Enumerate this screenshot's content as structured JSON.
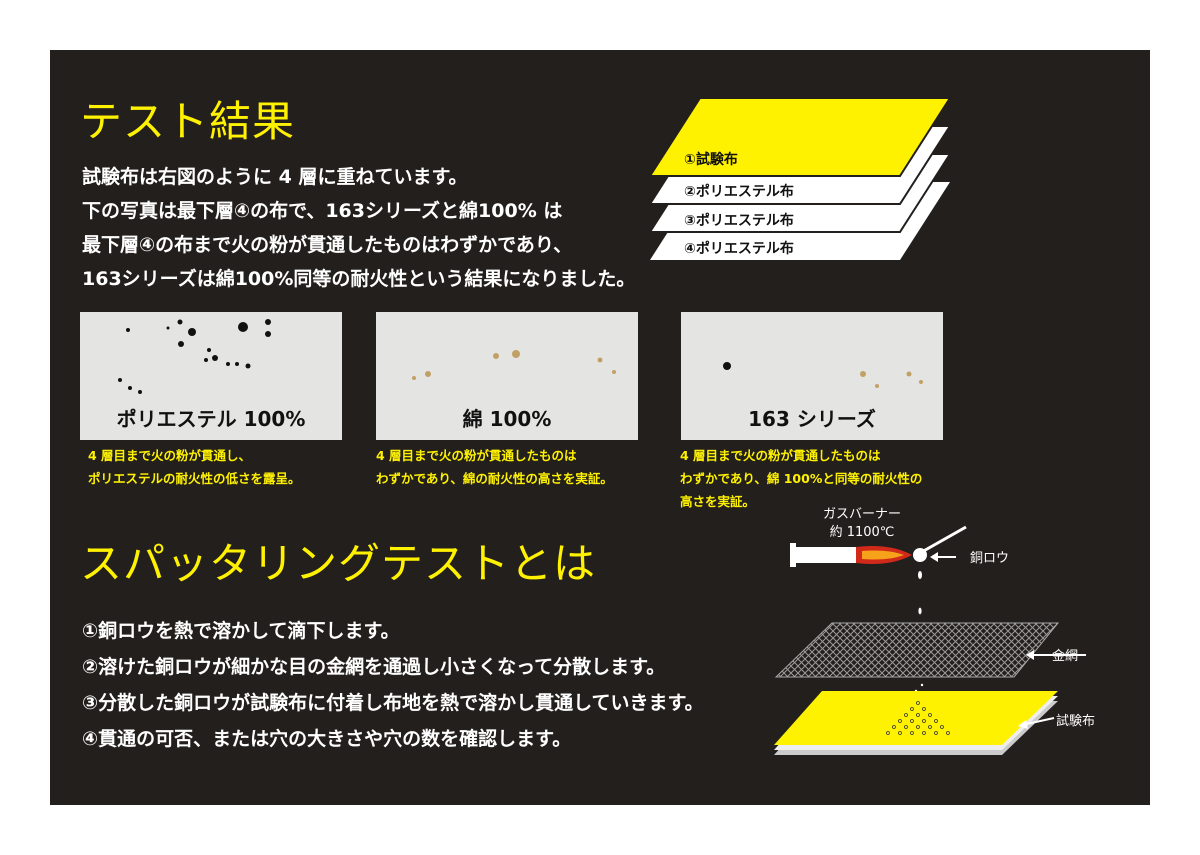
{
  "results": {
    "heading": "テスト結果",
    "intro_lines": [
      "試験布は右図のように 4 層に重ねています。",
      "下の写真は最下層④の布で、163シリーズと綿100% は",
      "最下層④の布まで火の粉が貫通したものはわずかであり、",
      "163シリーズは綿100%同等の耐火性という結果になりました。"
    ],
    "layers": [
      "①試験布",
      "②ポリエステル布",
      "③ポリエステル布",
      "④ポリエステル布"
    ],
    "photos": [
      {
        "label": "ポリエステル 100%",
        "caption": [
          "4 層目まで火の粉が貫通し、",
          "ポリエステルの耐火性の低さを露呈。"
        ]
      },
      {
        "label": "綿 100%",
        "caption": [
          "4 層目まで火の粉が貫通したものは",
          "わずかであり、綿の耐火性の高さを実証。"
        ]
      },
      {
        "label": "163 シリーズ",
        "caption": [
          "4 層目まで火の粉が貫通したものは",
          "わずかであり、綿 100%と同等の耐火性の",
          "高さを実証。"
        ]
      }
    ]
  },
  "sputtering": {
    "heading": "スパッタリングテストとは",
    "steps": [
      "①銅ロウを熱で溶かして滴下します。",
      "②溶けた銅ロウが細かな目の金網を通過し小さくなって分散します。",
      "③分散した銅ロウが試験布に付着し布地を熱で溶かし貫通していきます。",
      "④貫通の可否、または穴の大きさや穴の数を確認します。"
    ],
    "diagram": {
      "burner_label_1": "ガスバーナー",
      "burner_label_2": "約 1100℃",
      "copper_label": "銅ロウ",
      "mesh_label": "金網",
      "cloth_label": "試験布"
    }
  },
  "colors": {
    "panel": "#231f1c",
    "accent": "#fff200",
    "text": "#ffffff"
  }
}
